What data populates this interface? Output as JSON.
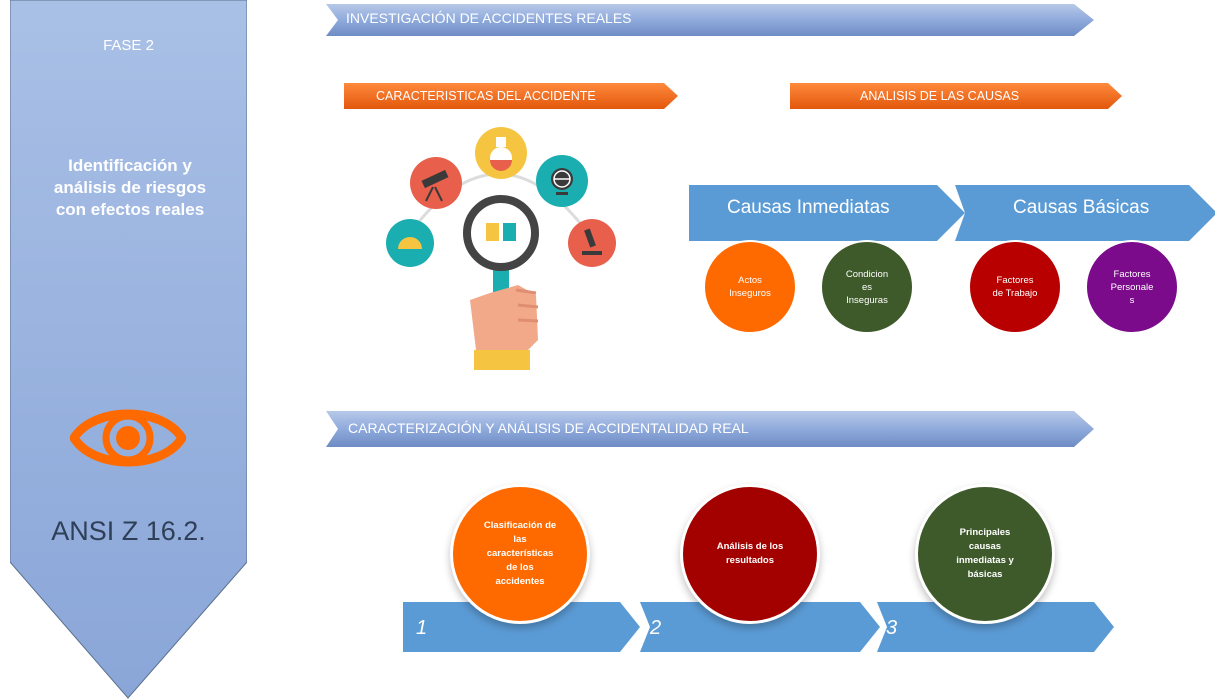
{
  "phase": {
    "label": "FASE 2",
    "title": "Identificación y\nanálisis de riesgos\ncon efectos reales",
    "standard": "ANSI Z 16.2.",
    "icon": "eye-icon"
  },
  "banners": {
    "investigacion": "INVESTIGACIÓN DE ACCIDENTES REALES",
    "caracterizacion": "CARACTERIZACIÓN Y ANÁLISIS DE ACCIDENTALIDAD REAL"
  },
  "tags": {
    "caracteristicas": "CARACTERISTICAS  DEL ACCIDENTE",
    "analisis": "ANALISIS DE LAS CAUSAS"
  },
  "causes": {
    "inmediatas": {
      "title": "Causas Inmediatas",
      "items": [
        "Actos\nInseguros",
        "Condicion\nes\nInseguras"
      ]
    },
    "basicas": {
      "title": "Causas Básicas",
      "items": [
        "Factores\nde Trabajo",
        "Factores\nPersonale\ns"
      ]
    }
  },
  "steps": [
    {
      "number": "1",
      "text": "Clasificación de\nlas\ncaracterísticas\nde los\naccidentes"
    },
    {
      "number": "2",
      "text": "Análisis de los\nresultados"
    },
    {
      "number": "3",
      "text": "Principales\ncausas\ninmediatas y\nbásicas"
    }
  ],
  "colors": {
    "panel": "#8eaadb",
    "banner": "#8faadc",
    "accent_orange": "#ff6a00",
    "chevron_blue": "#5b9bd5"
  }
}
